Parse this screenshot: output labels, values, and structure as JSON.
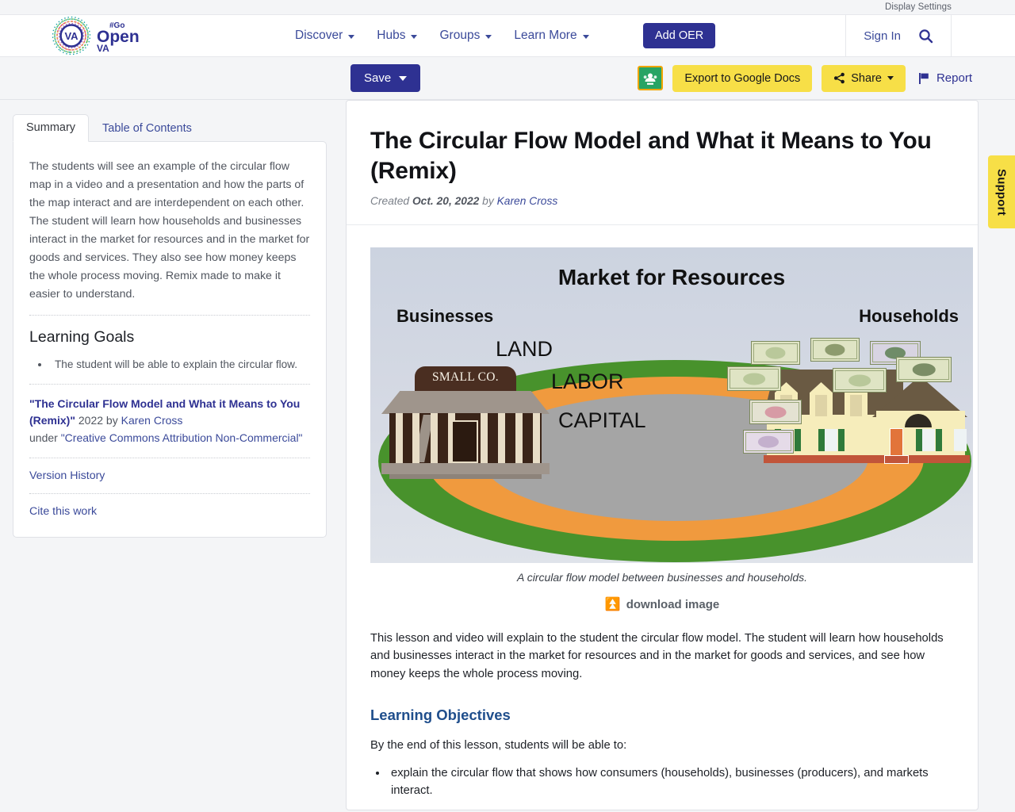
{
  "utility_bar": {
    "display_settings": "Display Settings"
  },
  "nav": {
    "logo_alt": "GoOpenVA",
    "logo_va": "VA",
    "logo_go": "#Go",
    "logo_open": "Open",
    "logo_va2": "VA",
    "links": [
      {
        "label": "Discover",
        "has_caret": true
      },
      {
        "label": "Hubs",
        "has_caret": true
      },
      {
        "label": "Groups",
        "has_caret": true
      },
      {
        "label": "Learn More",
        "has_caret": true
      }
    ],
    "add_oer": "Add OER",
    "sign_in": "Sign In",
    "search_icon": "search-icon"
  },
  "action_bar": {
    "save": "Save",
    "google_classroom_icon": "google-classroom-icon",
    "export_google_docs": "Export to Google Docs",
    "share": "Share",
    "report": "Report"
  },
  "sidebar": {
    "tabs": [
      {
        "label": "Summary",
        "active": true
      },
      {
        "label": "Table of Contents",
        "active": false
      }
    ],
    "summary": "The students will see an example of the circular flow map in a video and a presentation and how the parts of the map interact and are interdependent on each other. The student will learn how households and businesses interact in the market for resources and in the market for goods and services. They also see how money keeps the whole process moving. Remix made to make it easier to understand.",
    "learning_goals_heading": "Learning Goals",
    "learning_goals": [
      "The student will be able to explain the circular flow."
    ],
    "attribution": {
      "title": "\"The Circular Flow Model and What it Means to You (Remix)\"",
      "year": " 2022 ",
      "by": "by ",
      "author": "Karen Cross",
      "under": "under ",
      "license": "\"Creative Commons Attribution Non-Commercial\""
    },
    "version_history": "Version History",
    "cite_this_work": "Cite this work"
  },
  "main": {
    "title": "The Circular Flow Model and What it Means to You (Remix)",
    "created_label": "Created",
    "created_date": "Oct. 20, 2022",
    "by_label": "by",
    "author": "Karen Cross",
    "figure": {
      "market_title": "Market for Resources",
      "businesses": "Businesses",
      "households": "Households",
      "land": "LAND",
      "labor": "LABOR",
      "capital": "CAPITAL",
      "business_sign": "SMALL CO.",
      "colors": {
        "outer_ring": "#48922c",
        "middle_ring": "#f09a3e",
        "inner_ring": "#a5a5a5",
        "background": "#d6dae4"
      }
    },
    "figure_caption": "A circular flow model between businesses and households.",
    "download_image": "download image",
    "download_icon": "download-circle-icon",
    "intro_paragraph": "This lesson and video will explain to the student the circular flow model. The student will learn how households and businesses interact in the market for resources and in the market for goods and services, and see how money keeps the whole process moving.",
    "objectives_heading": "Learning Objectives",
    "objectives_intro": "By the end of this lesson, students will be able to:",
    "objectives": [
      "explain the circular flow that shows how consumers (households), businesses (producers), and markets interact."
    ]
  },
  "support_tab": {
    "label": "Support"
  }
}
